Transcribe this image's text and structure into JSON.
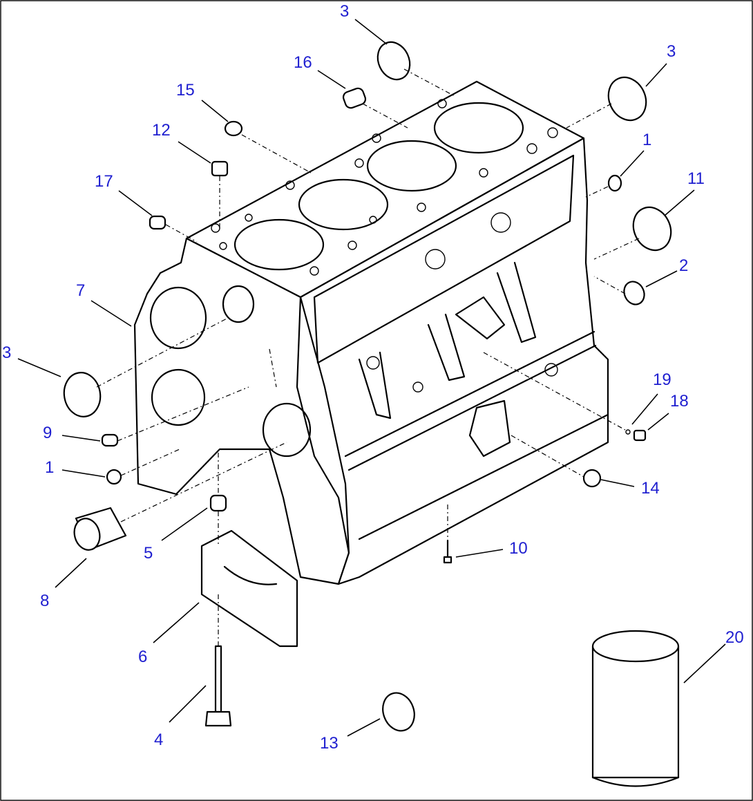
{
  "diagram": {
    "callouts": [
      {
        "id": "c3a",
        "label": "3"
      },
      {
        "id": "c16",
        "label": "16"
      },
      {
        "id": "c3b",
        "label": "3"
      },
      {
        "id": "c15",
        "label": "15"
      },
      {
        "id": "c12",
        "label": "12"
      },
      {
        "id": "c1a",
        "label": "1"
      },
      {
        "id": "c11",
        "label": "11"
      },
      {
        "id": "c17",
        "label": "17"
      },
      {
        "id": "c2",
        "label": "2"
      },
      {
        "id": "c7",
        "label": "7"
      },
      {
        "id": "c3c",
        "label": "3"
      },
      {
        "id": "c19",
        "label": "19"
      },
      {
        "id": "c18",
        "label": "18"
      },
      {
        "id": "c9",
        "label": "9"
      },
      {
        "id": "c1b",
        "label": "1"
      },
      {
        "id": "c14",
        "label": "14"
      },
      {
        "id": "c5",
        "label": "5"
      },
      {
        "id": "c10",
        "label": "10"
      },
      {
        "id": "c8",
        "label": "8"
      },
      {
        "id": "c6",
        "label": "6"
      },
      {
        "id": "c20",
        "label": "20"
      },
      {
        "id": "c4",
        "label": "4"
      },
      {
        "id": "c13",
        "label": "13"
      }
    ]
  }
}
